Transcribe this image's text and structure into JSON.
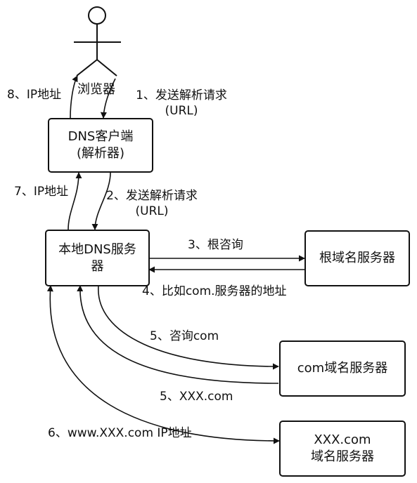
{
  "nodes": {
    "browser": "浏览器",
    "dns_client": {
      "line1": "DNS客户端",
      "line2": "(解析器)"
    },
    "local_dns": {
      "line1": "本地DNS服务",
      "line2": "器"
    },
    "root_server": "根域名服务器",
    "com_server": "com域名服务器",
    "xxx_server": {
      "line1": "XXX.com",
      "line2": "域名服务器"
    }
  },
  "edges": {
    "step1": {
      "line1": "1、发送解析请求",
      "line2": "(URL)"
    },
    "step2": {
      "line1": "2、发送解析请求",
      "line2": "(URL)"
    },
    "step3": "3、根咨询",
    "step4": "4、比如com.服务器的地址",
    "step5a": "5、咨询com",
    "step5b": "5、XXX.com",
    "step6": "6、www.XXX.com  IP地址",
    "step7": "7、IP地址",
    "step8": "8、IP地址"
  }
}
